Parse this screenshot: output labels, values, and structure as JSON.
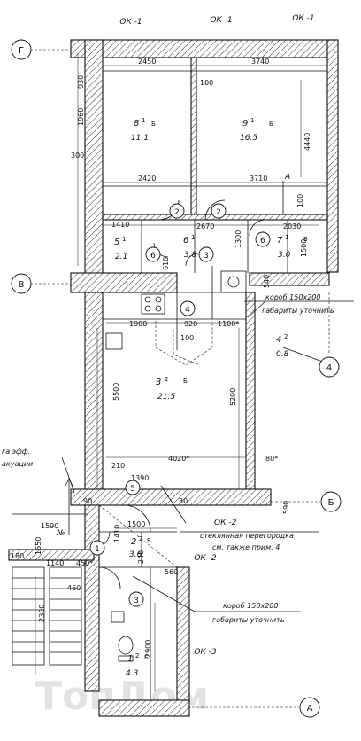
{
  "colors": {
    "line": "#111111",
    "paper": "#ffffff",
    "watermark": "#e2e2e2"
  },
  "axes": {
    "g": "Г",
    "v": "В",
    "b": "Б",
    "a": "А",
    "n4": "4"
  },
  "windows": {
    "w1": "ОК -1",
    "w2": "ОК -1",
    "w3": "ОК -1",
    "ok2_left": "ОК -2",
    "ok3_left": "ОК -3"
  },
  "rooms": [
    {
      "num": "8",
      "sub": "1",
      "area": "11.1"
    },
    {
      "num": "9",
      "sub": "1",
      "area": "16.5"
    },
    {
      "num": "5",
      "sub": "1",
      "area": "2.1"
    },
    {
      "num": "6",
      "sub": "1",
      "area": "3.8"
    },
    {
      "num": "7",
      "sub": "1",
      "area": "3.0"
    },
    {
      "num": "3",
      "sub": "2",
      "area": "21.5"
    },
    {
      "num": "4",
      "sub": "2",
      "area": "0.8"
    },
    {
      "num": "2",
      "sub": "2",
      "area": "3.6"
    },
    {
      "num": "1",
      "sub": "2",
      "area": "4.3"
    }
  ],
  "room_marks": {
    "s1": "Б",
    "s2": "Б",
    "s3": "Б",
    "s4": "Б",
    "s5": "Б",
    "s6": "Б"
  },
  "dims": {
    "d930": "930",
    "d1960": "1960",
    "d300": "300",
    "d2450": "2450",
    "d3740": "3740",
    "d100a": "100",
    "d4440": "4440",
    "d2420": "2420",
    "d3710": "3710",
    "d100b": "100",
    "d1410a": "1410",
    "d2670": "2670",
    "d2030": "2030",
    "d1300": "1300",
    "d1500a": "1500",
    "d610": "610",
    "d540": "540",
    "d920": "920",
    "d1900": "1900",
    "d100c": "100",
    "d1100": "1100*",
    "d5500": "5500",
    "d5200": "5200",
    "d210": "210",
    "d1390": "1390",
    "d4020": "4020*",
    "d80": "80*",
    "d590": "590",
    "d90": "90",
    "d30": "30",
    "d1590": "1590",
    "d1650": "1650",
    "d180": "180",
    "d1140": "1140",
    "d450": "450*",
    "d1500b": "1500",
    "d1410b": "1410",
    "d240": "240",
    "d560": "560",
    "d460": "460",
    "d2300": "2300",
    "d2900": "2900"
  },
  "markers": {
    "m2a": "2",
    "m2b": "2",
    "m6a": "6",
    "m6b": "6",
    "m3a": "3",
    "m4": "4",
    "m5": "5",
    "m1": "1",
    "m3b": "3"
  },
  "notes": {
    "section": "А",
    "box1_l1": "короб 150х200",
    "box1_l2": "габариты уточнить",
    "ok2": "ОК -2",
    "glass1": "стеклянная перегородка",
    "glass2": "см. также прим. 4",
    "box2_l1": "короб 150х200",
    "box2_l2": "габариты уточнить",
    "evac1": "га эфф.",
    "evac2": "акуации",
    "no_sign": "№"
  },
  "watermark": "ТопДом"
}
